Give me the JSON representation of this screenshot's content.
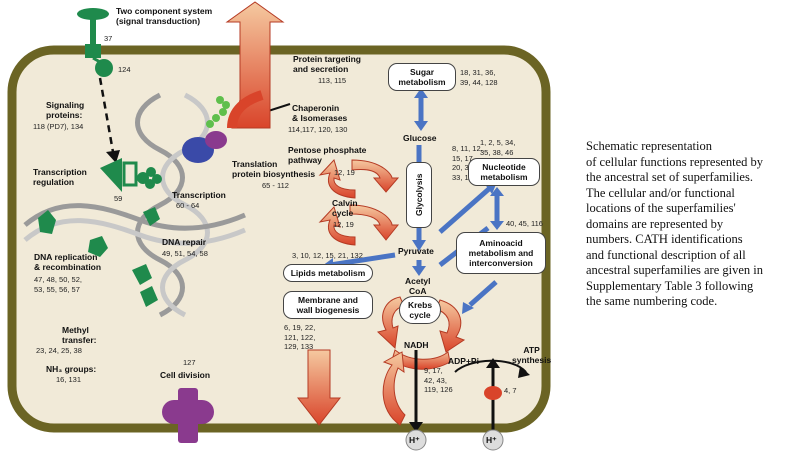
{
  "labels": {
    "two_component": "Two component system\n(signal transduction)",
    "n37": "37",
    "n124": "124",
    "signaling_title": "Signaling\nproteins:",
    "signaling_nums": "118 (PD7), 134",
    "transcription_regulation": "Transcription\nregulation",
    "n59": "59",
    "transcription_title": "Transcription",
    "transcription_nums": "60 - 64",
    "dna_replication_title": "DNA replication\n& recombination",
    "dna_replication_nums": "47, 48, 50, 52,\n53, 55, 56, 57",
    "dna_repair_title": "DNA repair",
    "dna_repair_nums": "49, 51, 54, 58",
    "methyl_title": "Methyl\ntransfer:",
    "methyl_nums": "23, 24, 25, 38",
    "nh3_title": "NH₃ groups:",
    "nh3_nums": "16, 131",
    "cell_division_num": "127",
    "cell_division": "Cell division",
    "protein_targeting_title": "Protein targeting\nand secretion",
    "protein_targeting_nums": "113, 115",
    "chaperonin_title": "Chaperonin\n& Isomerases",
    "chaperonin_nums": "114,117, 120, 130",
    "translation_title": "Translation\nprotein biosynthesis",
    "translation_nums": "65 - 112",
    "pentose_title": "Pentose phosphate\npathway",
    "pentose_nums": "12, 19",
    "calvin_title": "Calvin\ncycle",
    "calvin_nums": "12, 19",
    "sugar_box": "Sugar\nmetabolism",
    "sugar_nums": "18, 31, 36,\n39, 44, 128",
    "glucose": "Glucose",
    "glucose_nums": "8, 11, 12,\n15, 17,\n20, 32,\n33, 121",
    "glycolysis": "Glycolysis",
    "nucleotide_nums": "1, 2, 5, 34,\n35, 38, 46",
    "nucleotide_box": "Nucleotide\nmetabolism",
    "aminoacid_nums": "40, 45, 116",
    "aminoacid_box": "Aminoacid\nmetabolism and\ninterconversion",
    "lipids_nums": "3, 10, 12, 15, 21, 132",
    "lipids_box": "Lipids metabolism",
    "membrane_box": "Membrane and\nwall biogenesis",
    "membrane_nums": "6, 19, 22,\n121, 122,\n129, 133",
    "pyruvate": "Pyruvate",
    "acetyl": "Acetyl\nCoA",
    "krebs": "Krebs\ncycle",
    "nadh": "NADH",
    "nadh_nums": "9, 17,\n42, 43,\n119, 126",
    "adp": "ADP+Pi",
    "atp": "ATP\nsynthesis",
    "atp_nums": "4, 7",
    "h_plus_1": "H⁺",
    "h_plus_2": "H⁺"
  },
  "caption": "Schematic representation\nof cellular functions represented by\nthe ancestral set of superfamilies.\nThe cellular and/or functional\nlocations of the superfamilies'\ndomains are represented by\nnumbers. CATH identifications\nand functional description of all\nancestral superfamilies are given in\nSupplementary Table 3 following\nthe same numbering code.",
  "colors": {
    "cell_fill": "#f1ead8",
    "cell_border": "#6b6424",
    "blue_arrow": "#4a74c4",
    "red_arrow": "#d9442a",
    "green": "#1f8a4c",
    "purple": "#8a3a8e"
  }
}
